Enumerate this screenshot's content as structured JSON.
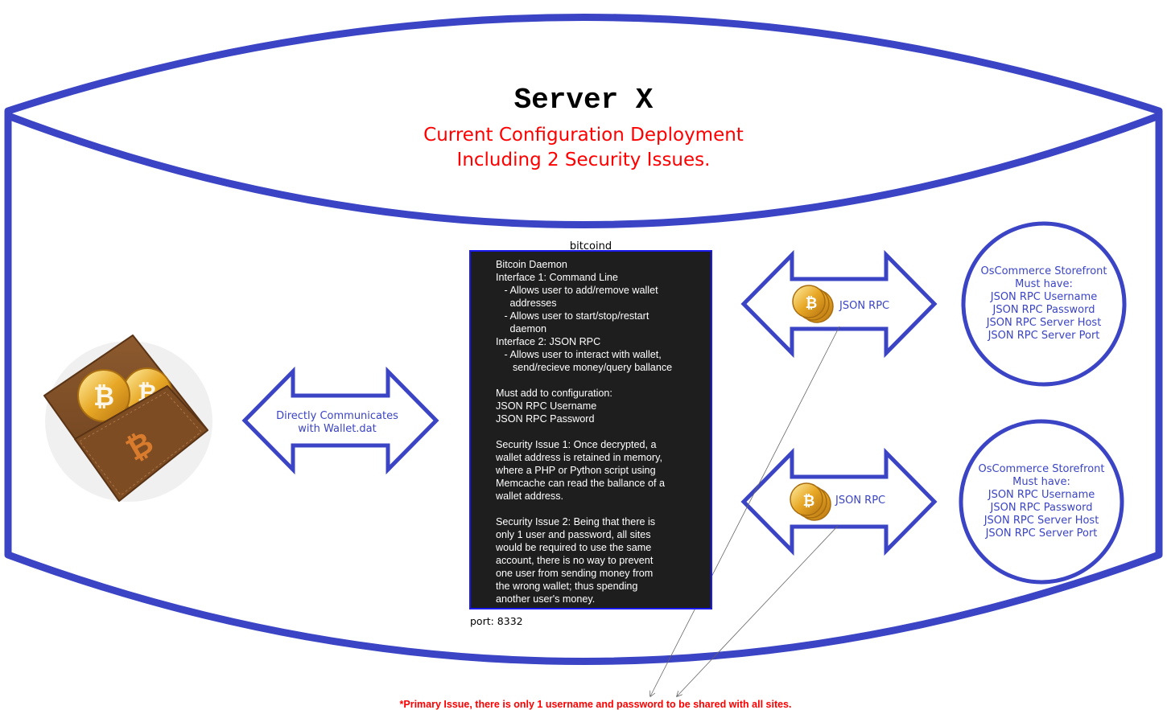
{
  "server": {
    "title": "Server X",
    "subtitle_line1": "Current Configuration Deployment",
    "subtitle_line2": "Including 2 Security Issues."
  },
  "daemon": {
    "label": "bitcoind",
    "description": "Bitcoin Daemon\nInterface 1: Command Line\n   - Allows user to add/remove wallet\n     addresses\n   - Allows user to start/stop/restart\n     daemon\nInterface 2: JSON RPC\n   - Allows user to interact with wallet,\n      send/recieve money/query ballance\n\nMust add to configuration:\nJSON RPC Username\nJSON RPC Password\n\nSecurity Issue 1: Once decrypted, a\nwallet address is retained in memory,\nwhere a PHP or Python script using\nMemcache can read the ballance of a\nwallet address.\n\nSecurity Issue 2: Being that there is\nonly 1 user and password, all sites\nwould be required to use the same\naccount, there is no way to prevent\none user from sending money from\nthe wrong wallet; thus spending\nanother user's money.",
    "port": "port: 8332"
  },
  "wallet_link": {
    "line1": "Directly Communicates",
    "line2": "with Wallet.dat"
  },
  "rpc_links": [
    {
      "label": "JSON RPC"
    },
    {
      "label": "JSON RPC"
    }
  ],
  "storefronts": [
    {
      "lines": [
        "OsCommerce Storefront",
        "Must have:",
        "JSON RPC Username",
        "JSON RPC Password",
        "JSON RPC Server Host",
        "JSON RPC Server Port"
      ]
    },
    {
      "lines": [
        "OsCommerce Storefront",
        "Must have:",
        "JSON RPC Username",
        "JSON RPC Password",
        "JSON RPC Server Host",
        "JSON RPC Server Port"
      ]
    }
  ],
  "issue_note": "*Primary Issue, there is only 1 username and password to be shared with all sites.",
  "colors": {
    "outline_blue": "#3b44c4",
    "alert_red": "#ff0000",
    "daemon_bg": "#1e1e1e",
    "coin_gold": "#e8a826",
    "wallet_brown": "#7a4a24"
  },
  "icons": [
    "bitcoin-wallet-icon",
    "bitcoin-coins-icon"
  ]
}
